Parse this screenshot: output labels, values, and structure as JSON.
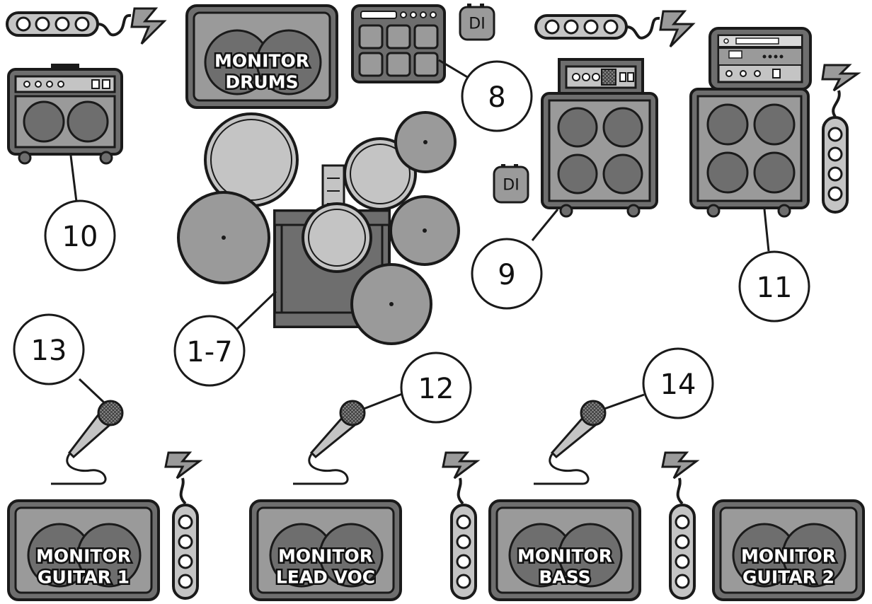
{
  "badges": {
    "drums": "1-7",
    "pad": "8",
    "bass_rig": "9",
    "amp_left": "10",
    "guitar_rig": "11",
    "mic_lead": "12",
    "mic_left": "13",
    "mic_right": "14"
  },
  "monitors": {
    "drums": {
      "line1": "MONITOR",
      "line2": "DRUMS"
    },
    "guitar1": {
      "line1": "MONITOR",
      "line2": "GUITAR 1"
    },
    "lead_voc": {
      "line1": "MONITOR",
      "line2": "LEAD VOC"
    },
    "bass": {
      "line1": "MONITOR",
      "line2": "BASS"
    },
    "guitar2": {
      "line1": "MONITOR",
      "line2": "GUITAR 2"
    }
  },
  "di_boxes": {
    "top": "DI",
    "mid": "DI"
  },
  "colors": {
    "outline": "#1a1a1a",
    "dark_gray": "#6e6e6e",
    "mid_gray": "#9a9a9a",
    "light_gray": "#c4c4c4",
    "lighter_gray": "#d9d9d9"
  }
}
